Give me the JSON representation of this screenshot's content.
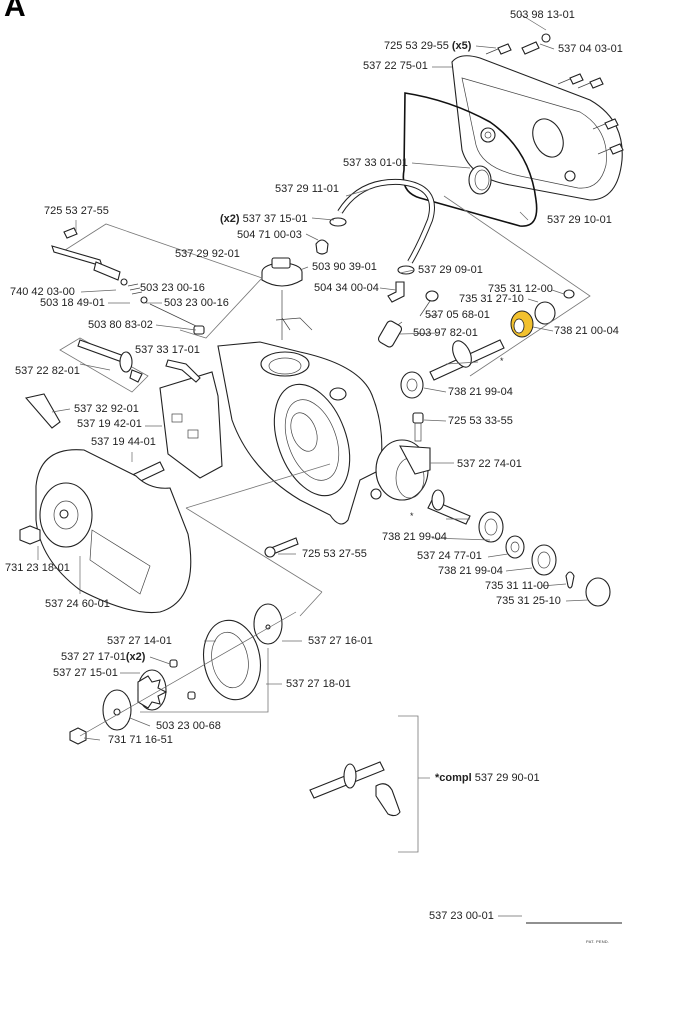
{
  "section_letter": "A",
  "highlight_color": "#f2c12e",
  "patent_note": "PAT. PEND.",
  "labels": [
    {
      "id": "l1",
      "text": "503 98 13-01"
    },
    {
      "id": "l2",
      "pre": "725 53 29-55 ",
      "bold": "(x5)"
    },
    {
      "id": "l3",
      "text": "537 04 03-01"
    },
    {
      "id": "l4",
      "text": "537 22 75-01"
    },
    {
      "id": "l5",
      "text": "537 33 01-01"
    },
    {
      "id": "l6",
      "text": "537 29 11-01"
    },
    {
      "id": "l7",
      "text": "537 29 10-01"
    },
    {
      "id": "l8",
      "text": "725 53 27-55"
    },
    {
      "id": "l9",
      "bold": "(x2)",
      "post": " 537 37 15-01"
    },
    {
      "id": "l10",
      "text": "504 71 00-03"
    },
    {
      "id": "l11",
      "text": "537 29 92-01"
    },
    {
      "id": "l12",
      "text": "503 90 39-01"
    },
    {
      "id": "l13",
      "text": "537 29 09-01"
    },
    {
      "id": "l14",
      "text": "740 42 03-00"
    },
    {
      "id": "l15",
      "text": "503 23 00-16"
    },
    {
      "id": "l16",
      "text": "504 34 00-04"
    },
    {
      "id": "l17",
      "text": "735 31 12-00"
    },
    {
      "id": "l18",
      "text": "503 18 49-01"
    },
    {
      "id": "l19",
      "text": "503 23 00-16"
    },
    {
      "id": "l20",
      "text": "735 31 27-10"
    },
    {
      "id": "l21",
      "text": "537 05 68-01"
    },
    {
      "id": "l22",
      "text": "503 80 83-02"
    },
    {
      "id": "l23",
      "text": "738 21 00-04"
    },
    {
      "id": "l24",
      "text": "503 97 82-01"
    },
    {
      "id": "l25",
      "text": "537 33 17-01"
    },
    {
      "id": "l26",
      "text": "537 22 82-01"
    },
    {
      "id": "l27",
      "text": "738 21 99-04"
    },
    {
      "id": "l28",
      "text": "537 32 92-01"
    },
    {
      "id": "l29",
      "text": "725 53 33-55"
    },
    {
      "id": "l30",
      "text": "537 19 42-01"
    },
    {
      "id": "l31",
      "text": "537 19 44-01"
    },
    {
      "id": "l32",
      "text": "537 22 74-01"
    },
    {
      "id": "l33",
      "text": "738 21 99-04"
    },
    {
      "id": "l34",
      "text": "537 24 77-01"
    },
    {
      "id": "l35",
      "text": "725 53 27-55"
    },
    {
      "id": "l36",
      "text": "731 23 18-01"
    },
    {
      "id": "l37",
      "text": "738 21 99-04"
    },
    {
      "id": "l38",
      "text": "735 31 11-00"
    },
    {
      "id": "l39",
      "text": "537 24 60-01"
    },
    {
      "id": "l40",
      "text": "735 31 25-10"
    },
    {
      "id": "l41",
      "text": "537 27 14-01"
    },
    {
      "id": "l42",
      "text": "537 27 16-01"
    },
    {
      "id": "l43",
      "pre": "537 27 17-01",
      "bold": "(x2)"
    },
    {
      "id": "l44",
      "text": "537 27 15-01"
    },
    {
      "id": "l45",
      "text": "537 27 18-01"
    },
    {
      "id": "l46",
      "text": "503 23 00-68"
    },
    {
      "id": "l47",
      "text": "731 71 16-51"
    },
    {
      "id": "l48",
      "bold": "*compl",
      "post": " 537 29 90-01"
    },
    {
      "id": "l49",
      "text": "537 23 00-01"
    }
  ],
  "asterisk_marks": [
    "*",
    "*"
  ]
}
